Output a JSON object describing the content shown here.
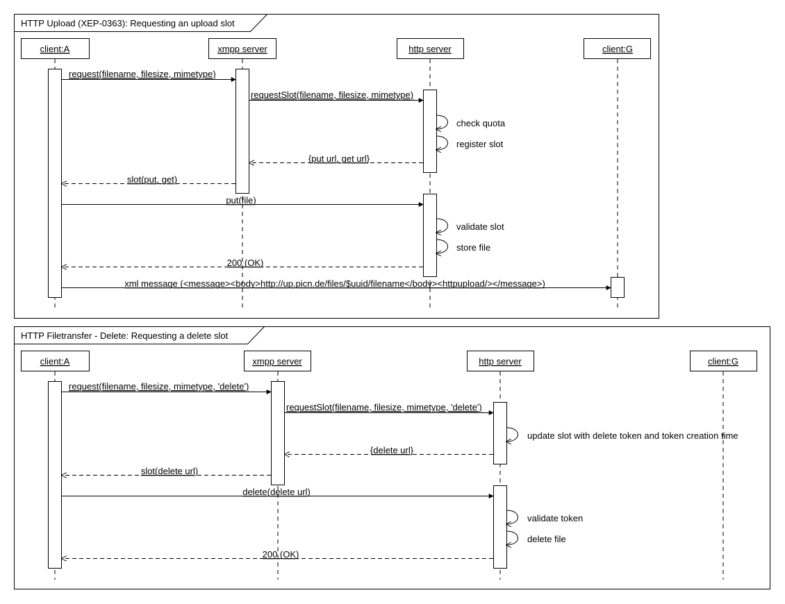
{
  "diagrams": [
    {
      "title": "HTTP Upload (XEP-0363): Requesting an upload slot",
      "lifelines": [
        "client:A",
        "xmpp server",
        "http server",
        "client:G"
      ],
      "messages": [
        {
          "label": "request(filename, filesize, mimetype)",
          "from": 0,
          "to": 1,
          "kind": "sync"
        },
        {
          "label": "requestSlot(filename, filesize, mimetype)",
          "from": 1,
          "to": 2,
          "kind": "sync"
        },
        {
          "label": "check quota",
          "from": 2,
          "to": 2,
          "kind": "self"
        },
        {
          "label": "register slot",
          "from": 2,
          "to": 2,
          "kind": "self"
        },
        {
          "label": "{put url, get url}",
          "from": 2,
          "to": 1,
          "kind": "return"
        },
        {
          "label": "slot(put, get)",
          "from": 1,
          "to": 0,
          "kind": "return"
        },
        {
          "label": "put(file)",
          "from": 0,
          "to": 2,
          "kind": "sync"
        },
        {
          "label": "validate slot",
          "from": 2,
          "to": 2,
          "kind": "self"
        },
        {
          "label": "store file",
          "from": 2,
          "to": 2,
          "kind": "self"
        },
        {
          "label": "200 (OK)",
          "from": 2,
          "to": 0,
          "kind": "return"
        },
        {
          "label": "xml message (<message><body>http://up.picn.de/files/$uuid/filename</body><httpupload/></message>)",
          "from": 0,
          "to": 3,
          "kind": "sync"
        }
      ]
    },
    {
      "title": "HTTP Filetransfer - Delete: Requesting a delete slot",
      "lifelines": [
        "client:A",
        "xmpp server",
        "http server",
        "client:G"
      ],
      "messages": [
        {
          "label": "request(filename, filesize, mimetype, 'delete')",
          "from": 0,
          "to": 1,
          "kind": "sync"
        },
        {
          "label": "requestSlot(filename, filesize, mimetype, 'delete')",
          "from": 1,
          "to": 2,
          "kind": "sync"
        },
        {
          "label": "update slot with delete token and token creation time",
          "from": 2,
          "to": 2,
          "kind": "self"
        },
        {
          "label": "{delete url}",
          "from": 2,
          "to": 1,
          "kind": "return"
        },
        {
          "label": "slot(delete url)",
          "from": 1,
          "to": 0,
          "kind": "return"
        },
        {
          "label": "delete(delete url)",
          "from": 0,
          "to": 2,
          "kind": "sync"
        },
        {
          "label": "validate token",
          "from": 2,
          "to": 2,
          "kind": "self"
        },
        {
          "label": "delete file",
          "from": 2,
          "to": 2,
          "kind": "self"
        },
        {
          "label": "200 (OK)",
          "from": 2,
          "to": 0,
          "kind": "return"
        }
      ]
    }
  ],
  "colors": {
    "line": "#000000",
    "background": "#ffffff"
  }
}
